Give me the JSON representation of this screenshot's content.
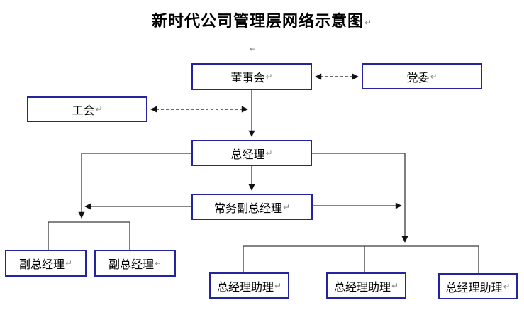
{
  "title": "新时代公司管理层网络示意图",
  "paragraph_mark": "↵",
  "nodes": [
    {
      "id": "board",
      "label": "董事会"
    },
    {
      "id": "party",
      "label": "党委"
    },
    {
      "id": "union",
      "label": "工会"
    },
    {
      "id": "gm",
      "label": "总经理"
    },
    {
      "id": "egm",
      "label": "常务副总经理"
    },
    {
      "id": "dgm1",
      "label": "副总经理"
    },
    {
      "id": "dgm2",
      "label": "副总经理"
    },
    {
      "id": "assistant1",
      "label": "总经理助理"
    },
    {
      "id": "assistant2",
      "label": "总经理助理"
    },
    {
      "id": "assistant3",
      "label": "总经理助理"
    }
  ],
  "edges": [
    {
      "from": "board",
      "to": "party",
      "style": "dashed",
      "arrows": "both"
    },
    {
      "from": "union",
      "to": "board-gm-line",
      "style": "dashed",
      "arrows": "both"
    },
    {
      "from": "board",
      "to": "gm",
      "style": "solid",
      "arrows": "to"
    },
    {
      "from": "gm",
      "to": "egm",
      "style": "solid",
      "arrows": "to"
    },
    {
      "from": "gm",
      "to": "dgm1,dgm2",
      "style": "solid",
      "arrows": "to"
    },
    {
      "from": "gm",
      "to": "assistant1,assistant2,assistant3",
      "style": "solid",
      "arrows": "to"
    },
    {
      "from": "egm",
      "to": "dgm-branch-line",
      "style": "solid",
      "arrows": "to"
    },
    {
      "from": "egm",
      "to": "assistant-branch-line",
      "style": "solid",
      "arrows": "to"
    }
  ],
  "colors": {
    "background": "#ffffff",
    "box_border": "#2424a0",
    "text": "#000000",
    "line": "#3c3c3c",
    "arrowhead": "#111111",
    "paragraph_mark": "#8a8a8a"
  }
}
